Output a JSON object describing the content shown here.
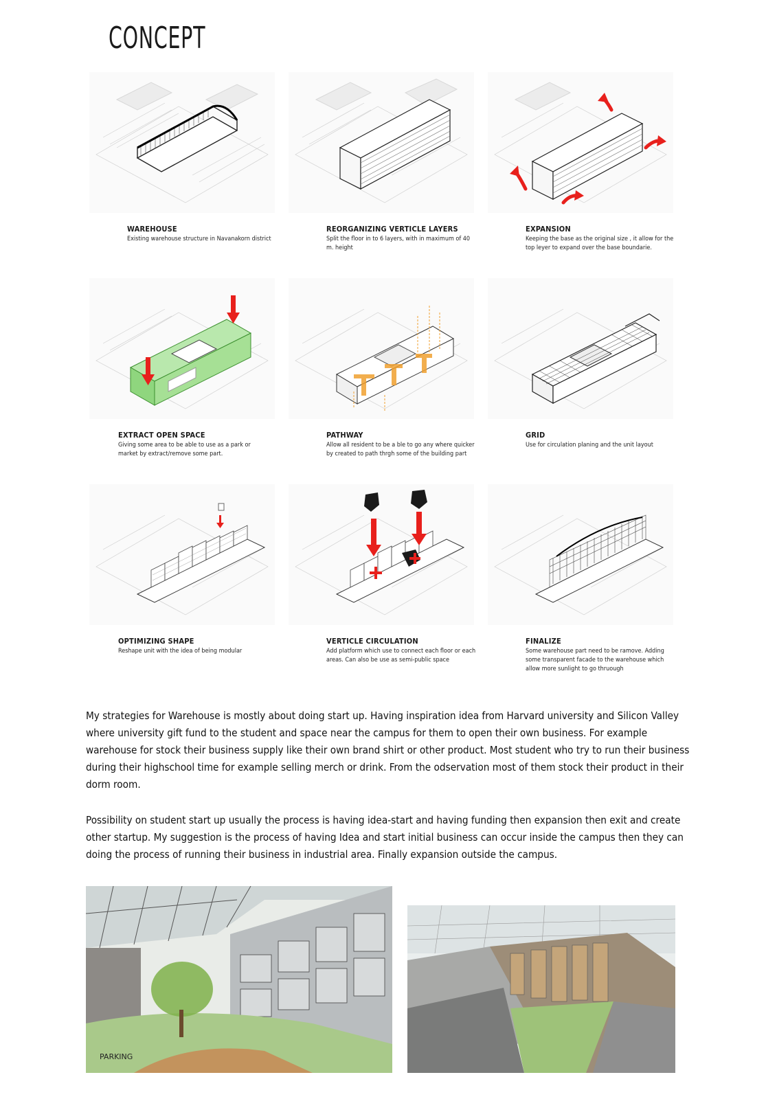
{
  "title": "CONCEPT",
  "steps": [
    {
      "title": "WAREHOUSE",
      "text": "Existing warehouse structure in Navanakorn district"
    },
    {
      "title": "REORGANIZING VERTICLE LAYERS",
      "text": "Split the floor in to 6 layers, with in maximum of 40 m. height"
    },
    {
      "title": "EXPANSION",
      "text": "Keeping the base as the original size , it allow for the top leyer to expand over the base boundarie."
    },
    {
      "title": "EXTRACT OPEN SPACE",
      "text": "Giving some area to be able to use as a park or market by extract/remove some part."
    },
    {
      "title": "PATHWAY",
      "text": "Allow all resident to be a ble to go any where quicker by created to path thrgh some of the building part"
    },
    {
      "title": "GRID",
      "text": "Use for circulation planing and the unit layout"
    },
    {
      "title": "OPTIMIZING SHAPE",
      "text": "Reshape unit with the idea of being modular"
    },
    {
      "title": "VERTICLE CIRCULATION",
      "text": "Add platform which use to connect each floor or each areas. Can also be use as semi-public space"
    },
    {
      "title": "FINALIZE",
      "text": "Some warehouse part need to be ramove. Adding some transparent facade to the warehouse which allow more sunlight to go thruough"
    }
  ],
  "paragraphs": [
    "My strategies for Warehouse is mostly about doing start up. Having inspiration idea from Harvard university and Silicon Valley where university gift fund to the student and space near the campus for them to open their own business. For example warehouse for stock their business supply like their own brand shirt or other product. Most student who try to run their business during their highschool time for example selling merch or drink. From the odservation  most of them stock their  product in their dorm room.",
    "Possibility on student start up usually the process is having idea-start and having funding then expansion then exit and create other startup. My suggestion is the process of having Idea and start initial business can occur inside the campus then they can doing the process of running their business in industrial area. Finally expansion outside the campus."
  ],
  "sketch_labels": {
    "parking": "PARKING"
  },
  "colors": {
    "accent_red": "#e8201c",
    "open_space_green": "#5fcf4f",
    "pathway_orange": "#f0a030",
    "sketch_green": "#7fb24a"
  }
}
